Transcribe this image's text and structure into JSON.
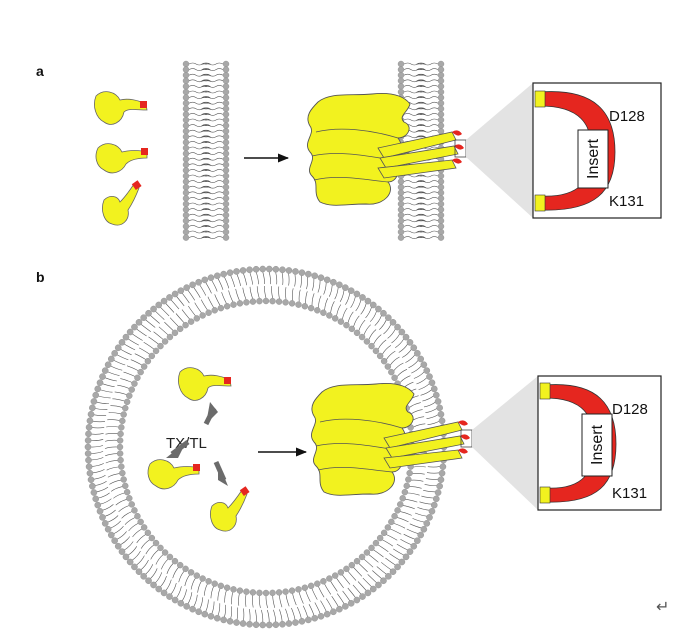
{
  "panels": {
    "a": {
      "label": "a"
    },
    "b": {
      "label": "b"
    }
  },
  "inset": {
    "site_top": "D128",
    "site_bottom": "K131",
    "insert_label": "Insert"
  },
  "process": {
    "label": "TX/TL"
  },
  "footer": {
    "return_symbol": "↵"
  },
  "colors": {
    "protein_yellow": "#f2f21f",
    "loop_red": "#e5261f",
    "membrane_grey": "#a8a8a8",
    "arrow_grey": "#6b6b6b",
    "inset_fan": "#e3e3e3"
  }
}
